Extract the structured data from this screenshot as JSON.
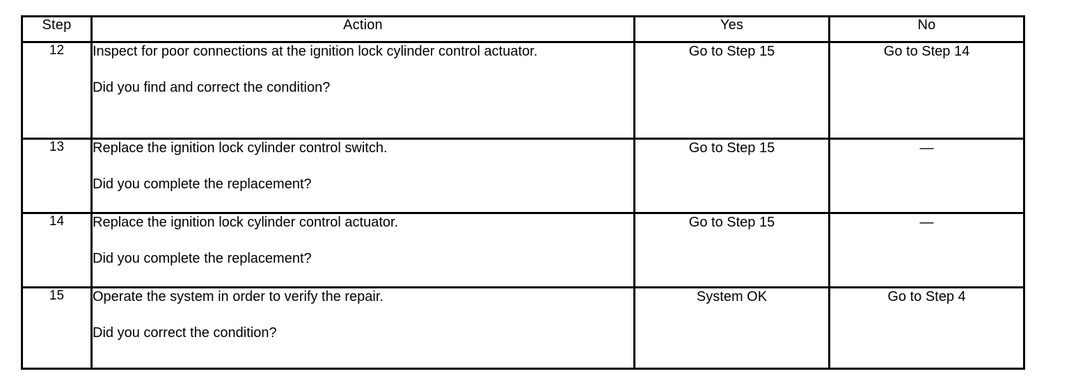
{
  "document": {
    "type": "diagnostic-procedure-table",
    "title": "Diagnostic Step Table",
    "text_color": "#000000",
    "background_color": "#ffffff",
    "border_color": "#000000"
  },
  "table": {
    "columns": [
      {
        "key": "step",
        "label": "Step"
      },
      {
        "key": "action",
        "label": "Action"
      },
      {
        "key": "yes",
        "label": "Yes"
      },
      {
        "key": "no",
        "label": "No"
      }
    ],
    "rows": [
      {
        "step": "12",
        "action_description": "Inspect for poor connections at the ignition lock cylinder control actuator.",
        "action_question": "Did you find and correct the condition?",
        "yes": "Go to Step 15",
        "no": "Go to Step 14"
      },
      {
        "step": "13",
        "action_description": "Replace the ignition lock cylinder control switch.",
        "action_question": "Did you complete the replacement?",
        "yes": "Go to Step 15",
        "no": "—"
      },
      {
        "step": "14",
        "action_description": "Replace the ignition lock cylinder control actuator.",
        "action_question": "Did you complete the replacement?",
        "yes": "Go to Step 15",
        "no": "—"
      },
      {
        "step": "15",
        "action_description": "Operate the system in order to verify the repair.",
        "action_question": "Did you correct the condition?",
        "yes": "System OK",
        "no": "Go to Step 4"
      }
    ]
  }
}
